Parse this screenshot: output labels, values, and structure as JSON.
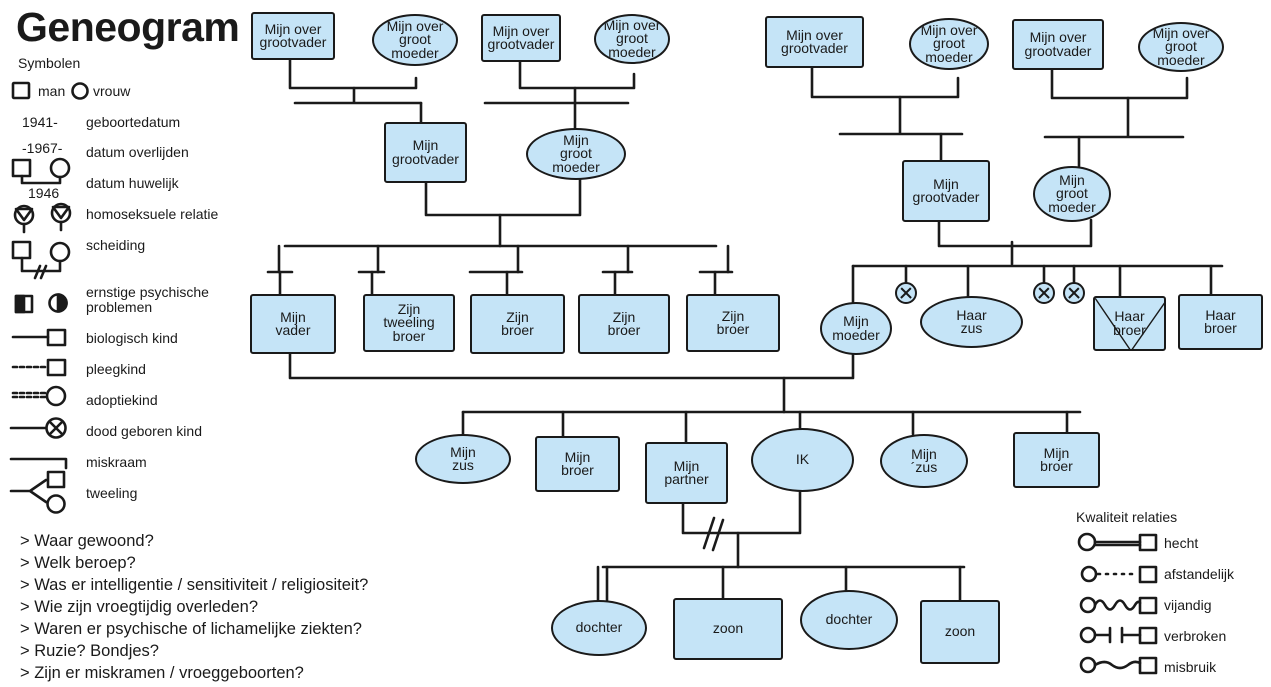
{
  "title": "Geneogram",
  "legend": {
    "heading": "Symbolen",
    "man": "man",
    "vrouw": "vrouw",
    "birth_year": "1941-",
    "birth_label": "geboortedatum",
    "death_year": "-1967-",
    "death_label": "datum overlijden",
    "marriage_year": "1946",
    "marriage_label": "datum huwelijk",
    "homosexual": "homoseksuele relatie",
    "divorce": "scheiding",
    "psychic_1": "ernstige psychische",
    "psychic_2": "problemen",
    "bio_child": "biologisch kind",
    "foster_child": "pleegkind",
    "adopted_child": "adoptiekind",
    "stillborn": "dood geboren kind",
    "miscarriage": "miskraam",
    "twins": "tweeling"
  },
  "questions": [
    "> Waar gewoond?",
    "> Welk beroep?",
    "> Was er intelligentie / sensitiviteit / religiositeit?",
    "> Wie zijn vroegtijdig overleden?",
    "> Waren er psychische of lichamelijke ziekten?",
    "> Ruzie? Bondjes?",
    "> Zijn er miskramen / vroeggeboorten?"
  ],
  "quality": {
    "heading": "Kwaliteit relaties",
    "items": [
      "hecht",
      "afstandelijk",
      "vijandig",
      "verbroken",
      "misbruik"
    ]
  },
  "people": {
    "ggp1": "Mijn over\ngrootvader",
    "ggm1": "Mijn over\ngroot\nmoeder",
    "ggp2": "Mijn over\ngrootvader",
    "ggm2": "Mijn over\ngroot\nmoeder",
    "ggp3": "Mijn over\ngrootvader",
    "ggm3": "Mijn over\ngroot\nmoeder",
    "ggp4": "Mijn over\ngrootvader",
    "ggm4": "Mijn over\ngroot\nmoeder",
    "gp_left": "Mijn\ngrootvader",
    "gm_left": "Mijn\ngroot\nmoeder",
    "gp_right": "Mijn\ngrootvader",
    "gm_right": "Mijn\ngroot\nmoeder",
    "vader": "Mijn\nvader",
    "tweeling": "Zijn\ntweeling\nbroer",
    "zb1": "Zijn\nbroer",
    "zb2": "Zijn\nbroer",
    "zb3": "Zijn\nbroer",
    "moeder": "Mijn\nmoeder",
    "haar_zus": "Haar\nzus",
    "haar_broer1": "Haar\nbroer",
    "haar_broer2": "Haar\nbroer",
    "zus1": "Mijn\nzus",
    "broer1": "Mijn\nbroer",
    "partner": "Mijn\npartner",
    "ik": "IK",
    "zus2": "Mijn\n´zus",
    "broer2": "Mijn\nbroer",
    "kind1": "dochter",
    "kind2": "zoon",
    "kind3": "dochter",
    "kind4": "zoon"
  }
}
